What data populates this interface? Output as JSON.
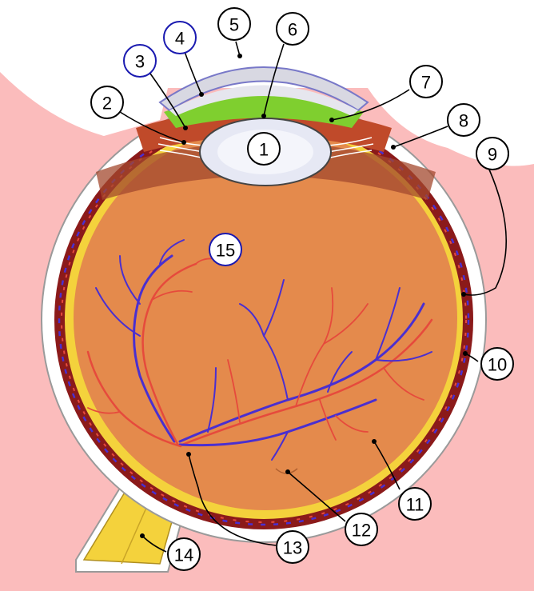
{
  "colors": {
    "background_tissue": "#fbbcbc",
    "sclera": "#ffffff",
    "choroid": "#8b1a1a",
    "retina": "#f4d23c",
    "vitreous": "#e48a4c",
    "iris": "#c04a2a",
    "cornea": "#d8d8e2",
    "aqueous": "#7fcf2f",
    "lens": "#e6e8f4",
    "artery": "#e64a3c",
    "vein": "#4a2fd0"
  },
  "callouts": [
    {
      "number": "1",
      "style": "black"
    },
    {
      "number": "2",
      "style": "black"
    },
    {
      "number": "3",
      "style": "blue"
    },
    {
      "number": "4",
      "style": "blue"
    },
    {
      "number": "5",
      "style": "black"
    },
    {
      "number": "6",
      "style": "black"
    },
    {
      "number": "7",
      "style": "black"
    },
    {
      "number": "8",
      "style": "black"
    },
    {
      "number": "9",
      "style": "black"
    },
    {
      "number": "10",
      "style": "black"
    },
    {
      "number": "11",
      "style": "black"
    },
    {
      "number": "12",
      "style": "black"
    },
    {
      "number": "13",
      "style": "black"
    },
    {
      "number": "14",
      "style": "black"
    },
    {
      "number": "15",
      "style": "blue"
    }
  ]
}
